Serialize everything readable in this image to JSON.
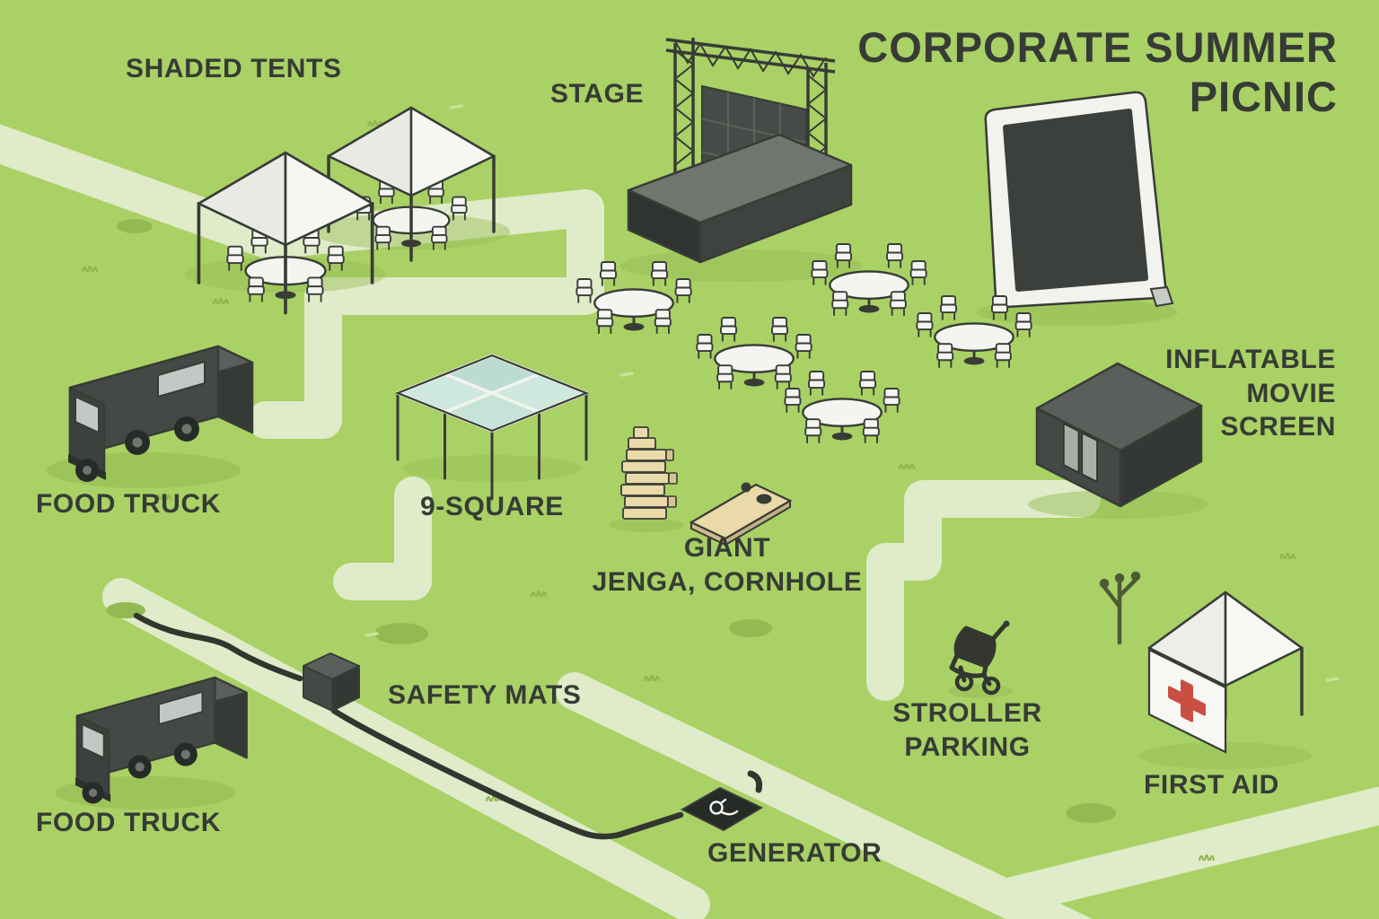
{
  "title": {
    "lines": [
      "CORPORATE SUMMER",
      "PICNIC"
    ]
  },
  "labels": {
    "shaded_tents": "SHADED TENTS",
    "stage": "STAGE",
    "food_truck_top": "FOOD TRUCK",
    "nine_square": "9-SQUARE",
    "games_line1": "GIANT",
    "games_line2": "JENGA, CORNHOLE",
    "movie_line1": "INFLATABLE",
    "movie_line2": "MOVIE",
    "movie_line3": "SCREEN",
    "safety_mats": "SAFETY MATS",
    "stroller_line1": "STROLLER",
    "stroller_line2": "PARKING",
    "first_aid": "FIRST AID",
    "food_truck_bottom": "FOOD TRUCK",
    "generator": "GENERATOR"
  },
  "icons": [
    "canopy-tent-icon",
    "stage-icon",
    "movie-screen-icon",
    "container-building-icon",
    "food-truck-icon",
    "nine-square-canopy-icon",
    "giant-jenga-icon",
    "cornhole-board-icon",
    "picnic-table-icon",
    "power-cable-icon",
    "safety-mat-cube-icon",
    "generator-icon",
    "stroller-icon",
    "first-aid-tent-icon",
    "red-cross-icon",
    "tree-icon"
  ],
  "colors": {
    "grass": "#a9d165",
    "path": "#e0ebc9",
    "ink": "#383c36",
    "white": "#f4f4f0",
    "teal_panel": "#c7e3d8",
    "wood_tan": "#ead9a9",
    "red_cross": "#c94f43",
    "dark_body": "#454946",
    "shadow_green": "#96bd55"
  }
}
